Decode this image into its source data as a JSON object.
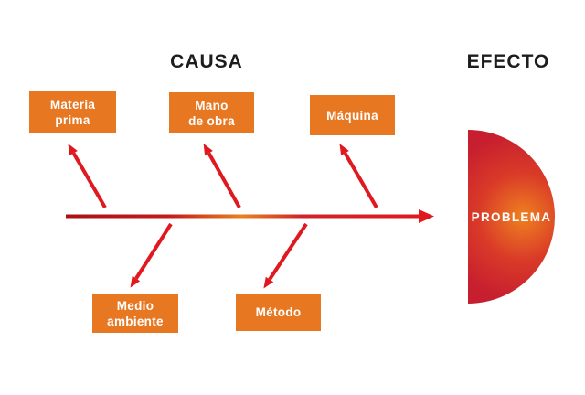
{
  "diagram": {
    "cause_heading": "CAUSA",
    "effect_heading": "EFECTO",
    "problem_label": "PROBLEMA",
    "causes": [
      {
        "name": "materia-prima",
        "line1": "Materia",
        "line2": "prima"
      },
      {
        "name": "mano-de-obra",
        "line1": "Mano",
        "line2": "de obra"
      },
      {
        "name": "maquina",
        "line1": "Máquina",
        "line2": ""
      },
      {
        "name": "medio-ambiente",
        "line1": "Medio",
        "line2": "ambiente"
      },
      {
        "name": "metodo",
        "line1": "Método",
        "line2": ""
      }
    ],
    "colors": {
      "cause_box_orange": "#E87722",
      "arrow_red": "#E0181F",
      "spine_dark_red": "#AB1015",
      "spine_orange": "#E8821F",
      "problem_center_orange": "#EF8120",
      "problem_edge_red": "#C71F2F",
      "heading_text": "#1D1D1B",
      "label_text": "#FFFFFF",
      "background": "#FFFFFF"
    }
  }
}
